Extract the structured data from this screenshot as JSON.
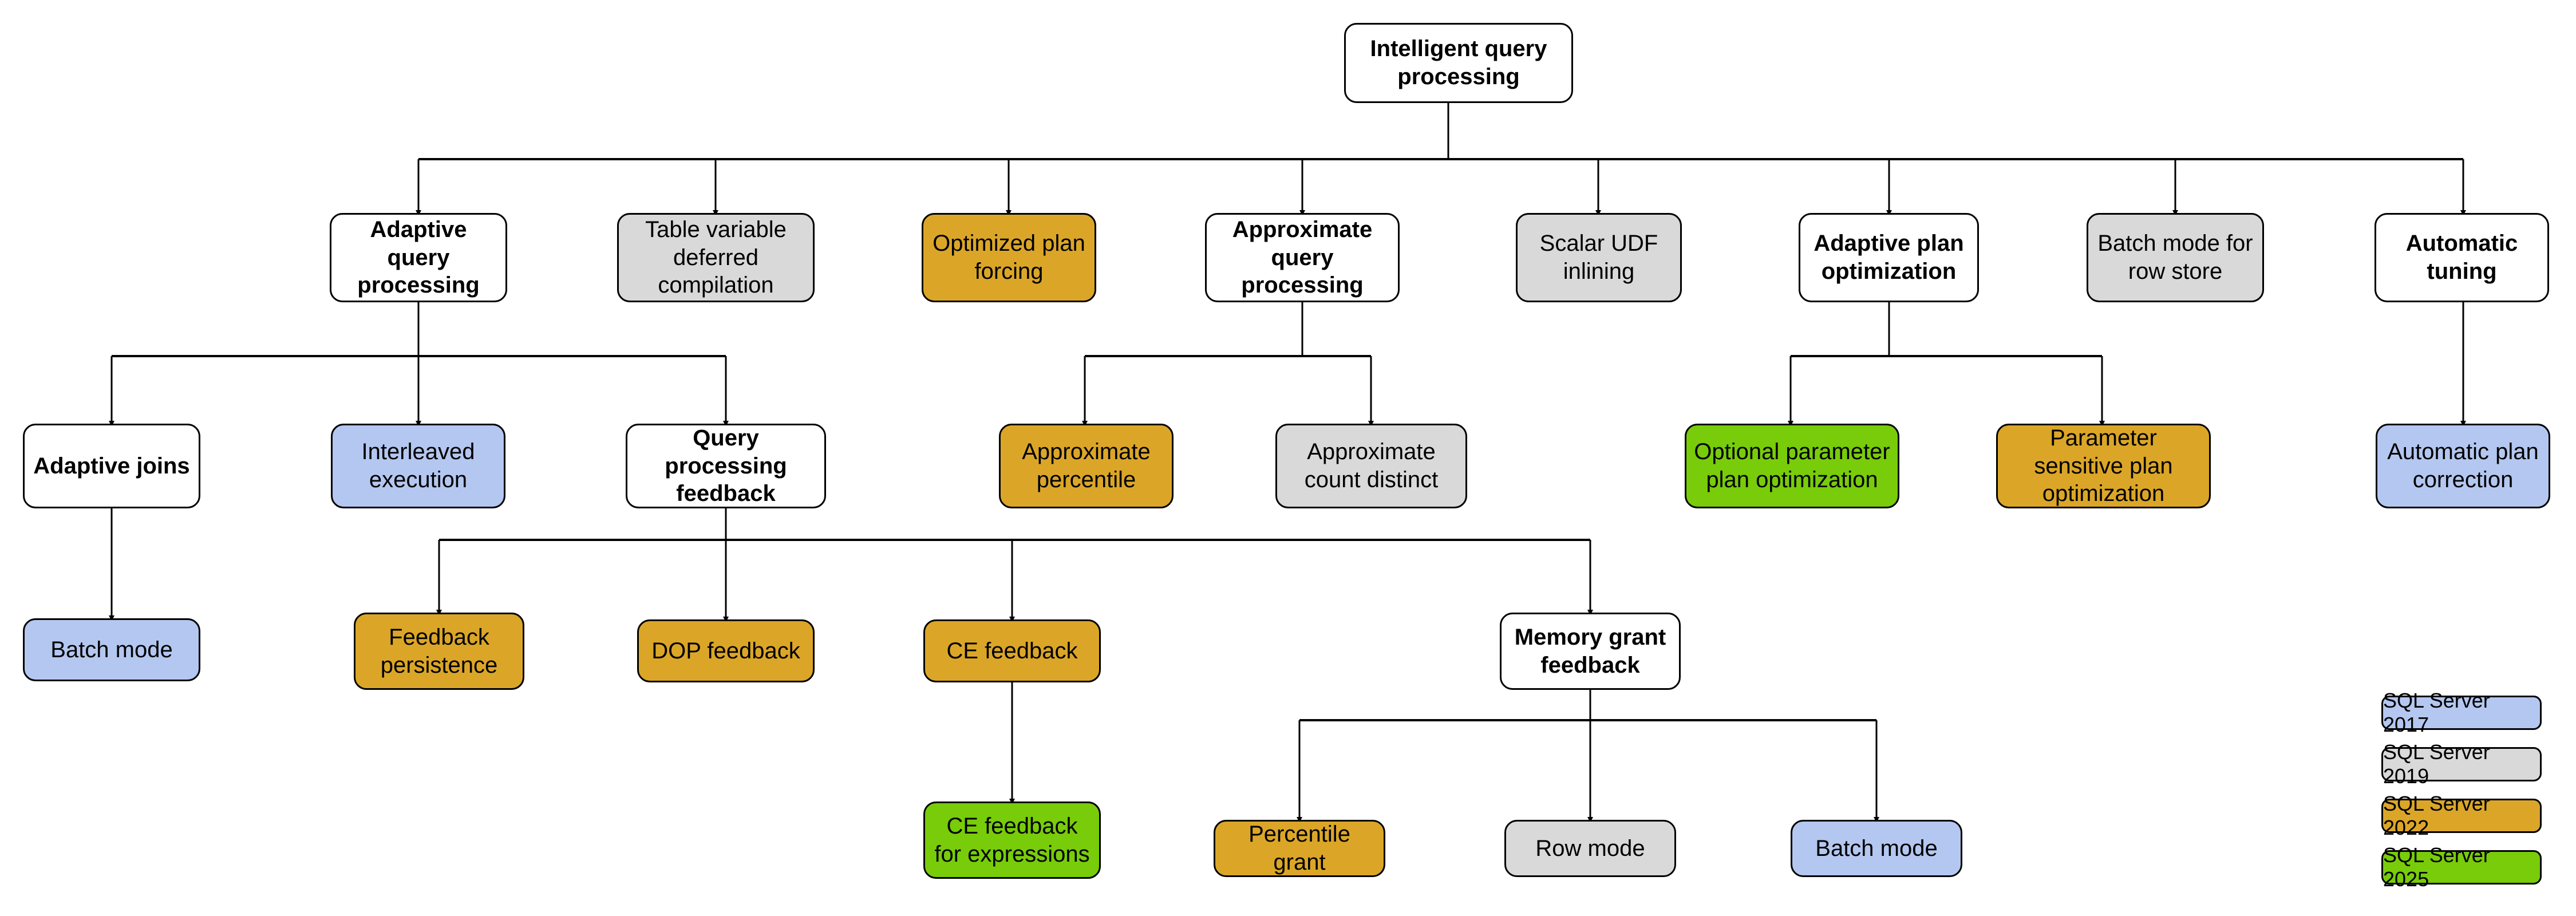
{
  "diagram": {
    "title": "Intelligent query processing",
    "legend": {
      "items": [
        {
          "label": "SQL Server 2017",
          "color": "#b4c7f0",
          "fill": "blue"
        },
        {
          "label": "SQL Server 2019",
          "color": "#d9d9d9",
          "fill": "gray"
        },
        {
          "label": "SQL Server 2022",
          "color": "#dba628",
          "fill": "gold"
        },
        {
          "label": "SQL Server 2025",
          "color": "#78cc0a",
          "fill": "green"
        }
      ]
    },
    "nodes": {
      "root": "Intelligent query processing",
      "adaptive_query_processing": "Adaptive query processing",
      "table_variable_deferred_compilation": "Table variable deferred compilation",
      "optimized_plan_forcing": "Optimized plan forcing",
      "approximate_query_processing": "Approximate query processing",
      "scalar_udf_inlining": "Scalar UDF inlining",
      "adaptive_plan_optimization": "Adaptive plan optimization",
      "batch_mode_for_row_store": "Batch mode for row store",
      "automatic_tuning": "Automatic tuning",
      "adaptive_joins": "Adaptive joins",
      "interleaved_execution": "Interleaved execution",
      "query_processing_feedback": "Query processing feedback",
      "approximate_percentile": "Approximate percentile",
      "approximate_count_distinct": "Approximate count distinct",
      "optional_parameter_plan_optimization": "Optional parameter plan optimization",
      "parameter_sensitive_plan_optimization": "Parameter sensitive plan optimization",
      "automatic_plan_correction": "Automatic plan correction",
      "batch_mode_adaptive_joins": "Batch mode",
      "feedback_persistence": "Feedback persistence",
      "dop_feedback": "DOP feedback",
      "ce_feedback": "CE feedback",
      "memory_grant_feedback": "Memory grant feedback",
      "ce_feedback_for_expressions": "CE feedback for expressions",
      "percentile_grant": "Percentile grant",
      "row_mode": "Row mode",
      "batch_mode_memory_grant": "Batch mode"
    }
  }
}
